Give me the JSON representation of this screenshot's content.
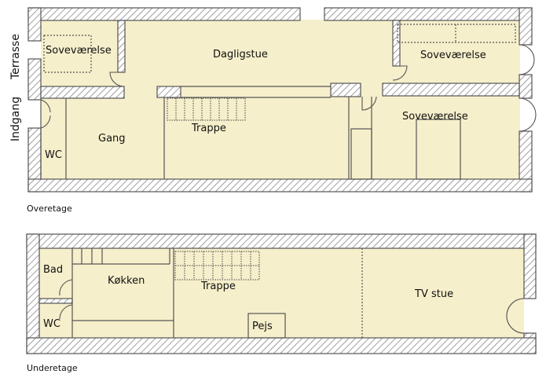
{
  "colors": {
    "floor_fill": "#f6efcb",
    "wall_stroke": "#555555",
    "hatch": "#777777",
    "background": "#ffffff"
  },
  "upper_floor": {
    "caption": "Overetage",
    "outside_labels": {
      "terrace": "Terrasse",
      "entrance": "Indgang"
    },
    "rooms": {
      "bedroom_left": "Soveværelse",
      "living_room": "Dagligstue",
      "bedroom_top_right": "Soveværelse",
      "bedroom_bottom_right": "Soveværelse",
      "hallway": "Gang",
      "stairs": "Trappe",
      "wc": "WC"
    }
  },
  "lower_floor": {
    "caption": "Underetage",
    "rooms": {
      "bath": "Bad",
      "wc": "WC",
      "kitchen": "Køkken",
      "stairs": "Trappe",
      "fireplace": "Pejs",
      "tv_room": "TV stue"
    }
  }
}
